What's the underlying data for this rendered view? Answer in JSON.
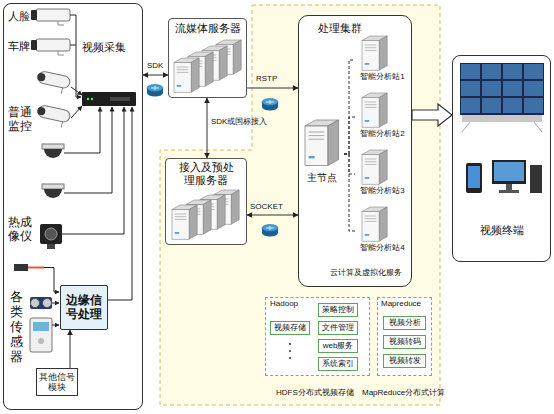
{
  "diagram": {
    "nodes": [
      {
        "text": [
          "人脸",
          "车牌",
          "视频采集",
          "普通监控",
          "热成像仪",
          "各类传感器"
        ]
      },
      {
        "text": [
          "边缘信号处理"
        ],
        "in": 0
      },
      {
        "text": [
          "其他信号模块"
        ],
        "in": 0
      },
      {
        "text": [
          "流媒体服务器"
        ]
      },
      {
        "text": [
          "接入及预处理服务器"
        ]
      },
      {
        "text": [
          "处理集群",
          "云计算及虚拟化服务"
        ]
      },
      {
        "text": [
          "主节点"
        ],
        "in": 5
      },
      {
        "text": [
          "智能分析站1"
        ],
        "in": 5
      },
      {
        "text": [
          "智能分析站2"
        ],
        "in": 5
      },
      {
        "text": [
          "智能分析站3"
        ],
        "in": 5
      },
      {
        "text": [
          "智能分析站4"
        ],
        "in": 5
      },
      {
        "text": [
          "Hadoop"
        ]
      },
      {
        "text": [
          "策略控制"
        ],
        "in": 11
      },
      {
        "text": [
          "视频存储"
        ],
        "in": 11
      },
      {
        "text": [
          "文件管理"
        ],
        "in": 11
      },
      {
        "text": [
          "web服务"
        ],
        "in": 11
      },
      {
        "text": [
          "系统索引"
        ],
        "in": 11
      },
      {
        "text": [
          "Mapreduce"
        ]
      },
      {
        "text": [
          "视频分析"
        ],
        "in": 17
      },
      {
        "text": [
          "视频转码"
        ],
        "in": 17
      },
      {
        "text": [
          "视频转发"
        ],
        "in": 17
      },
      {
        "text": [
          "视频终端"
        ]
      }
    ],
    "edges": [
      {
        "from": 0,
        "to": 3,
        "arrow": "both",
        "label": "SDK"
      },
      {
        "from": 3,
        "to": 5,
        "arrow": "to",
        "label": "RSTP"
      },
      {
        "from": 3,
        "to": 4,
        "arrow": "both",
        "label": "SDK或国标接入"
      },
      {
        "from": 4,
        "to": 5,
        "arrow": "both",
        "label": "SOCKET"
      },
      {
        "from": 5,
        "to": 21,
        "arrow": "to"
      },
      {
        "from": 6,
        "to": 7,
        "arrow": "none"
      },
      {
        "from": 6,
        "to": 8,
        "arrow": "none"
      },
      {
        "from": 6,
        "to": 9,
        "arrow": "none"
      },
      {
        "from": 6,
        "to": 10,
        "arrow": "none"
      },
      {
        "from": 2,
        "to": 1,
        "arrow": "to"
      }
    ],
    "labels": [
      "HDFS分布式视频存储",
      "MapReduce分布式计算"
    ]
  }
}
